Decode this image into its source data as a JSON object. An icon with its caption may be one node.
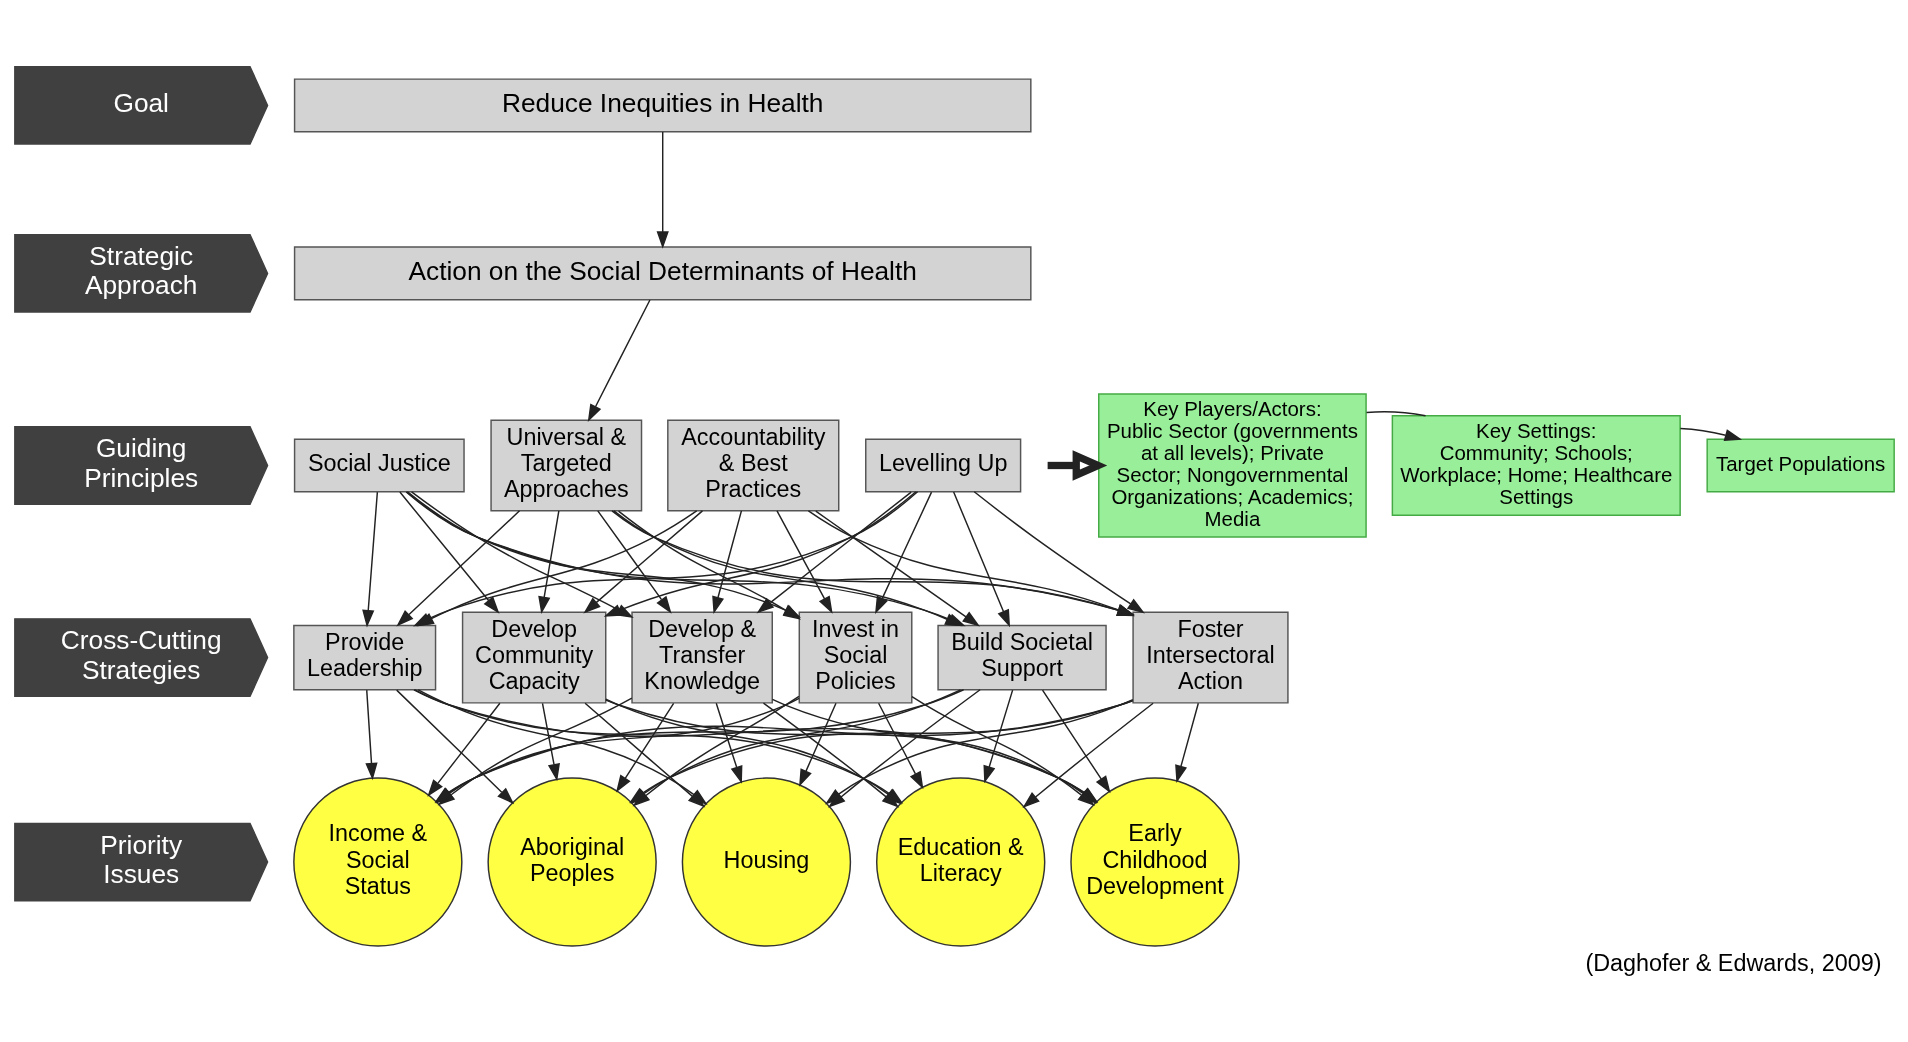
{
  "diagram": {
    "caption": "(Daghofer & Edwards, 2009)",
    "nodes": [
      {
        "text": [
          "Goal"
        ]
      },
      {
        "text": [
          "Strategic Approach"
        ]
      },
      {
        "text": [
          "Guiding Principles"
        ]
      },
      {
        "text": [
          "Cross-Cutting Strategies"
        ]
      },
      {
        "text": [
          "Priority Issues"
        ]
      },
      {
        "text": [
          "Reduce Inequities in Health"
        ]
      },
      {
        "text": [
          "Action on the Social Determinants of Health"
        ]
      },
      {
        "text": [
          "Social Justice"
        ]
      },
      {
        "text": [
          "Universal & Targeted Approaches"
        ]
      },
      {
        "text": [
          "Accountability & Best Practices"
        ]
      },
      {
        "text": [
          "Levelling Up"
        ]
      },
      {
        "text": [
          "Provide Leadership"
        ]
      },
      {
        "text": [
          "Develop Community Capacity"
        ]
      },
      {
        "text": [
          "Develop & Transfer Knowledge"
        ]
      },
      {
        "text": [
          "Invest in Social Policies"
        ]
      },
      {
        "text": [
          "Build Societal Support"
        ]
      },
      {
        "text": [
          "Foster Intersectoral Action"
        ]
      },
      {
        "text": [
          "Income & Social Status"
        ]
      },
      {
        "text": [
          "Aboriginal Peoples"
        ]
      },
      {
        "text": [
          "Housing"
        ]
      },
      {
        "text": [
          "Education & Literacy"
        ]
      },
      {
        "text": [
          "Early Childhood Development"
        ]
      },
      {
        "text": [
          "Key Players/Actors:",
          "Public Sector (governments at all levels); Private Sector; Nongovernmental Organizations; Academics; Media"
        ]
      },
      {
        "text": [
          "Key Settings:",
          "Community; Schools; Workplace; Home; Healthcare Settings"
        ]
      },
      {
        "text": [
          "Target Populations"
        ]
      }
    ],
    "edges": [
      {
        "from": 5,
        "to": 6,
        "arrow": "to"
      },
      {
        "from": 6,
        "to": 8,
        "arrow": "to"
      },
      {
        "from": 7,
        "to": 11,
        "arrow": "to"
      },
      {
        "from": 7,
        "to": 12,
        "arrow": "to"
      },
      {
        "from": 7,
        "to": 13,
        "arrow": "to"
      },
      {
        "from": 7,
        "to": 14,
        "arrow": "to"
      },
      {
        "from": 7,
        "to": 15,
        "arrow": "to"
      },
      {
        "from": 7,
        "to": 16,
        "arrow": "to"
      },
      {
        "from": 8,
        "to": 11,
        "arrow": "to"
      },
      {
        "from": 8,
        "to": 12,
        "arrow": "to"
      },
      {
        "from": 8,
        "to": 13,
        "arrow": "to"
      },
      {
        "from": 8,
        "to": 14,
        "arrow": "to"
      },
      {
        "from": 8,
        "to": 15,
        "arrow": "to"
      },
      {
        "from": 8,
        "to": 16,
        "arrow": "to"
      },
      {
        "from": 9,
        "to": 11,
        "arrow": "to"
      },
      {
        "from": 9,
        "to": 12,
        "arrow": "to"
      },
      {
        "from": 9,
        "to": 13,
        "arrow": "to"
      },
      {
        "from": 9,
        "to": 14,
        "arrow": "to"
      },
      {
        "from": 9,
        "to": 15,
        "arrow": "to"
      },
      {
        "from": 9,
        "to": 16,
        "arrow": "to"
      },
      {
        "from": 10,
        "to": 11,
        "arrow": "to"
      },
      {
        "from": 10,
        "to": 12,
        "arrow": "to"
      },
      {
        "from": 10,
        "to": 13,
        "arrow": "to"
      },
      {
        "from": 10,
        "to": 14,
        "arrow": "to"
      },
      {
        "from": 10,
        "to": 15,
        "arrow": "to"
      },
      {
        "from": 10,
        "to": 16,
        "arrow": "to"
      },
      {
        "from": 11,
        "to": 17,
        "arrow": "to"
      },
      {
        "from": 11,
        "to": 18,
        "arrow": "to"
      },
      {
        "from": 11,
        "to": 19,
        "arrow": "to"
      },
      {
        "from": 11,
        "to": 20,
        "arrow": "to"
      },
      {
        "from": 11,
        "to": 21,
        "arrow": "to"
      },
      {
        "from": 12,
        "to": 17,
        "arrow": "to"
      },
      {
        "from": 12,
        "to": 18,
        "arrow": "to"
      },
      {
        "from": 12,
        "to": 19,
        "arrow": "to"
      },
      {
        "from": 12,
        "to": 20,
        "arrow": "to"
      },
      {
        "from": 12,
        "to": 21,
        "arrow": "to"
      },
      {
        "from": 13,
        "to": 17,
        "arrow": "to"
      },
      {
        "from": 13,
        "to": 18,
        "arrow": "to"
      },
      {
        "from": 13,
        "to": 19,
        "arrow": "to"
      },
      {
        "from": 13,
        "to": 20,
        "arrow": "to"
      },
      {
        "from": 13,
        "to": 21,
        "arrow": "to"
      },
      {
        "from": 14,
        "to": 17,
        "arrow": "to"
      },
      {
        "from": 14,
        "to": 18,
        "arrow": "to"
      },
      {
        "from": 14,
        "to": 19,
        "arrow": "to"
      },
      {
        "from": 14,
        "to": 20,
        "arrow": "to"
      },
      {
        "from": 14,
        "to": 21,
        "arrow": "to"
      },
      {
        "from": 15,
        "to": 17,
        "arrow": "to"
      },
      {
        "from": 15,
        "to": 18,
        "arrow": "to"
      },
      {
        "from": 15,
        "to": 19,
        "arrow": "to"
      },
      {
        "from": 15,
        "to": 20,
        "arrow": "to"
      },
      {
        "from": 15,
        "to": 21,
        "arrow": "to"
      },
      {
        "from": 16,
        "to": 17,
        "arrow": "to"
      },
      {
        "from": 16,
        "to": 18,
        "arrow": "to"
      },
      {
        "from": 16,
        "to": 19,
        "arrow": "to"
      },
      {
        "from": 16,
        "to": 20,
        "arrow": "to"
      },
      {
        "from": 16,
        "to": 21,
        "arrow": "to"
      },
      {
        "from": null,
        "to": 22,
        "arrow": "to",
        "style": "thick"
      },
      {
        "from": 22,
        "to": 23,
        "arrow": "none"
      },
      {
        "from": 23,
        "to": 24,
        "arrow": "to"
      }
    ]
  }
}
